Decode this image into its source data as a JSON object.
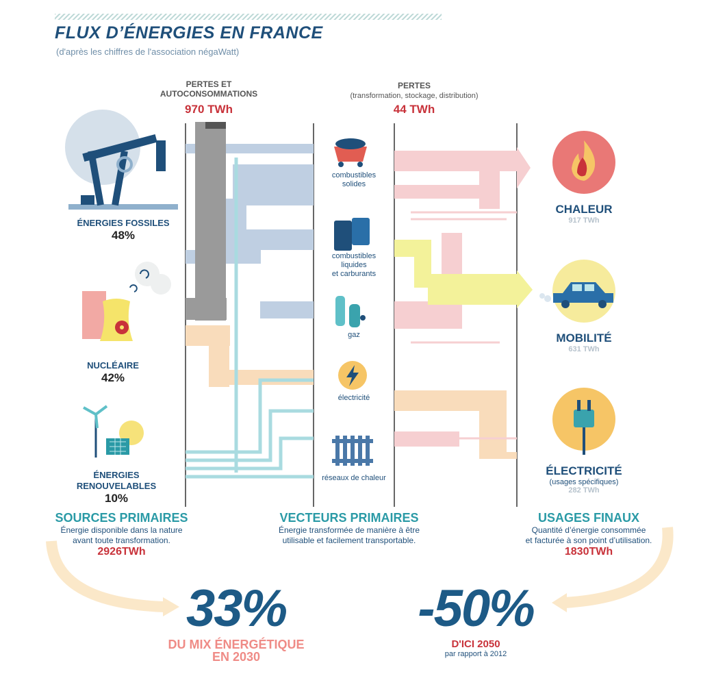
{
  "title": "FLUX D’ÉNERGIES EN FRANCE",
  "subtitle": "(d'après les chiffres de l'association négaWatt)",
  "losses": {
    "label_line1": "PERTES ET",
    "label_line2": "AUTOCONSOMMATIONS",
    "value": "970 TWh"
  },
  "transform_losses": {
    "label": "PERTES",
    "sublabel": "(transformation, stockage, distribution)",
    "value": "44 TWh"
  },
  "sources": [
    {
      "line1": "ÉNERGIES FOSSILES",
      "line2": "",
      "percent": "48%",
      "icon": "oil-pump-icon"
    },
    {
      "line1": "NUCLÉAIRE",
      "line2": "",
      "percent": "42%",
      "icon": "nuclear-plant-icon"
    },
    {
      "line1": "ÉNERGIES",
      "line2": "RENOUVELABLES",
      "percent": "10%",
      "icon": "renewables-icon"
    }
  ],
  "vectors": [
    {
      "line1": "combustibles",
      "line2": "solides",
      "line3": "",
      "icon": "coal-cart-icon"
    },
    {
      "line1": "combustibles",
      "line2": "liquides",
      "line3": "et carburants",
      "icon": "barrels-icon"
    },
    {
      "line1": "gaz",
      "line2": "",
      "line3": "",
      "icon": "gas-bottle-icon"
    },
    {
      "line1": "électricité",
      "line2": "",
      "line3": "",
      "icon": "lightning-icon"
    },
    {
      "line1": "réseaux de chaleur",
      "line2": "",
      "line3": "",
      "icon": "radiator-icon"
    }
  ],
  "uses": [
    {
      "label": "CHALEUR",
      "sub": "",
      "value": "917 TWh",
      "icon": "flame-icon"
    },
    {
      "label": "MOBILITÉ",
      "sub": "",
      "value": "631 TWh",
      "icon": "car-icon"
    },
    {
      "label": "ÉLECTRICITÉ",
      "sub": "(usages spécifiques)",
      "value": "282 TWh",
      "icon": "plug-icon"
    }
  ],
  "sections": [
    {
      "title": "SOURCES PRIMAIRES",
      "desc1": "Énergie disponible dans la nature",
      "desc2": "avant toute transformation.",
      "value": "2926TWh"
    },
    {
      "title": "VECTEURS PRIMAIRES",
      "desc1": "Énergie transformée de manière à être",
      "desc2": "utilisable et facilement transportable.",
      "value": ""
    },
    {
      "title": "USAGES FINAUX",
      "desc1": "Quantité d’énergie consommée",
      "desc2": "et facturée à son point d’utilisation.",
      "value": "1830TWh"
    }
  ],
  "goals": [
    {
      "big": "33%",
      "line1": "DU MIX ÉNERGÉTIQUE",
      "line2": "EN 2030",
      "note": ""
    },
    {
      "big": "-50%",
      "line1": "D'ICI 2050",
      "line2": "",
      "note": "par rapport à 2012"
    }
  ],
  "colors": {
    "fossil_flow": "#bfcfe2",
    "loss_flow": "#9a9a9a",
    "nuclear_flow": "#f9dcbb",
    "renew_flow": "#a9dbe0",
    "heat_flow": "#f6cfd1",
    "mobility_flow": "#f3f29a",
    "elec_flow": "#f9dcbb",
    "navy": "#1f4f7a",
    "red": "#c8323a",
    "teal": "#2a9aa6"
  }
}
